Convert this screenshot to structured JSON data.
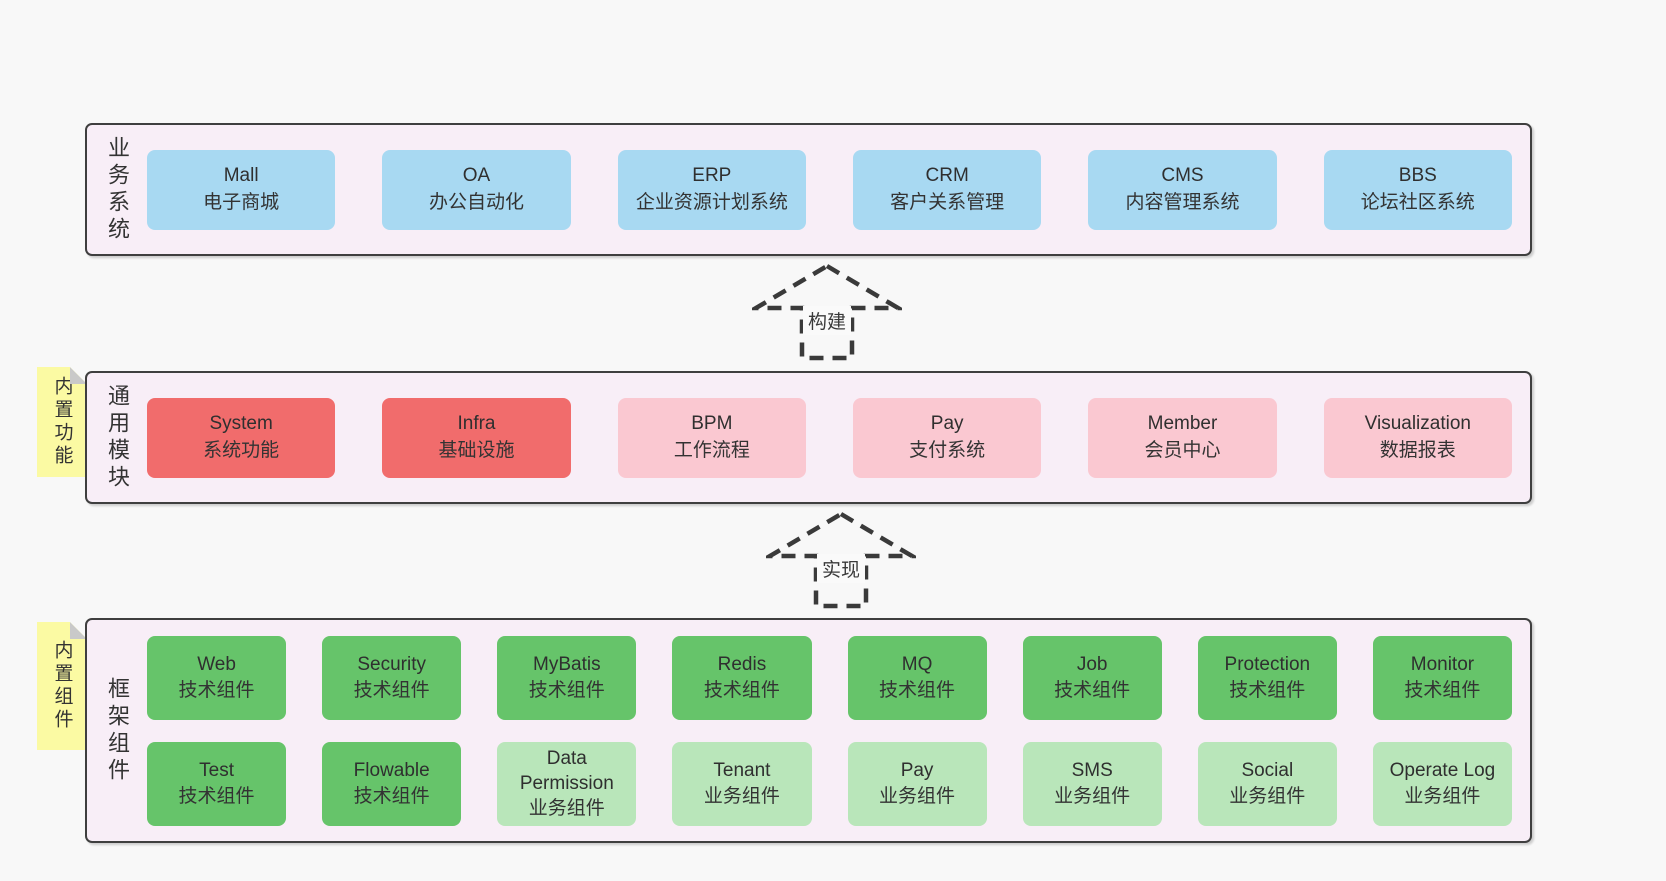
{
  "palette": {
    "page_bg": "#f8f8f8",
    "container_bg": "#f8eef7",
    "container_border": "#3f3f3f",
    "blue_box": "#a8d9f2",
    "red_box": "#f16c6c",
    "pink_box": "#fac8d1",
    "green_box": "#66c46a",
    "light_green_box": "#b9e6ba",
    "sticky_note": "#fbfaa3",
    "fold": "#c9c9c9",
    "text": "#333333"
  },
  "arrows": [
    {
      "label": "构建"
    },
    {
      "label": "实现"
    }
  ],
  "layers": [
    {
      "side_label": "业务系统",
      "boxes": [
        {
          "name": "Mall",
          "desc": "电子商城"
        },
        {
          "name": "OA",
          "desc": "办公自动化"
        },
        {
          "name": "ERP",
          "desc": "企业资源计划系统"
        },
        {
          "name": "CRM",
          "desc": "客户关系管理"
        },
        {
          "name": "CMS",
          "desc": "内容管理系统"
        },
        {
          "name": "BBS",
          "desc": "论坛社区系统"
        }
      ]
    },
    {
      "side_label": "通用模块",
      "tab": "内置功能",
      "boxes": [
        {
          "name": "System",
          "desc": "系统功能"
        },
        {
          "name": "Infra",
          "desc": "基础设施"
        },
        {
          "name": "BPM",
          "desc": "工作流程"
        },
        {
          "name": "Pay",
          "desc": "支付系统"
        },
        {
          "name": "Member",
          "desc": "会员中心"
        },
        {
          "name": "Visualization",
          "desc": "数据报表"
        }
      ]
    },
    {
      "side_label": "框架组件",
      "tab": "内置组件",
      "rows": [
        {
          "boxes": [
            {
              "name": "Web",
              "desc": "技术组件"
            },
            {
              "name": "Security",
              "desc": "技术组件"
            },
            {
              "name": "MyBatis",
              "desc": "技术组件"
            },
            {
              "name": "Redis",
              "desc": "技术组件"
            },
            {
              "name": "MQ",
              "desc": "技术组件"
            },
            {
              "name": "Job",
              "desc": "技术组件"
            },
            {
              "name": "Protection",
              "desc": "技术组件"
            },
            {
              "name": "Monitor",
              "desc": "技术组件"
            }
          ]
        },
        {
          "boxes": [
            {
              "name": "Test",
              "desc": "技术组件"
            },
            {
              "name": "Flowable",
              "desc": "技术组件"
            },
            {
              "name": "Data Permission",
              "desc": "业务组件"
            },
            {
              "name": "Tenant",
              "desc": "业务组件"
            },
            {
              "name": "Pay",
              "desc": "业务组件"
            },
            {
              "name": "SMS",
              "desc": "业务组件"
            },
            {
              "name": "Social",
              "desc": "业务组件"
            },
            {
              "name": "Operate Log",
              "desc": "业务组件"
            }
          ]
        }
      ]
    }
  ]
}
